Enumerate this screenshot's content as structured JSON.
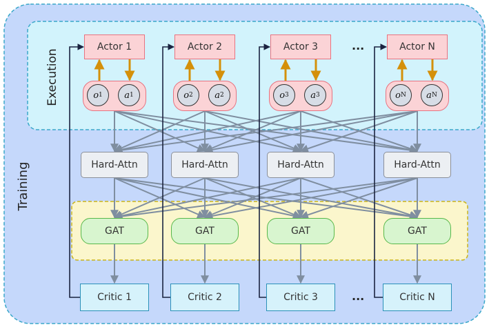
{
  "labels": {
    "training": "Training",
    "execution": "Execution",
    "ellipsis": "..."
  },
  "agents": [
    {
      "actor": "Actor 1",
      "obs": "o",
      "act": "a",
      "sub": "1",
      "hard": "Hard-Attn",
      "gat": "GAT",
      "critic": "Critic 1"
    },
    {
      "actor": "Actor 2",
      "obs": "o",
      "act": "a",
      "sub": "2",
      "hard": "Hard-Attn",
      "gat": "GAT",
      "critic": "Critic 2"
    },
    {
      "actor": "Actor 3",
      "obs": "o",
      "act": "a",
      "sub": "3",
      "hard": "Hard-Attn",
      "gat": "GAT",
      "critic": "Critic 3"
    },
    {
      "actor": "Actor N",
      "obs": "o",
      "act": "a",
      "sub": "N",
      "hard": "Hard-Attn",
      "gat": "GAT",
      "critic": "Critic N"
    }
  ],
  "colors": {
    "training_bg": "#c5d8fb",
    "execution_bg": "#d2f3fc",
    "gat_region_bg": "#fbf6cc",
    "actor_fill": "#fbd3d6",
    "arrow_gold": "#d4900a",
    "arrow_gray": "#7f8ea0",
    "feedback_line": "#1a2340"
  }
}
